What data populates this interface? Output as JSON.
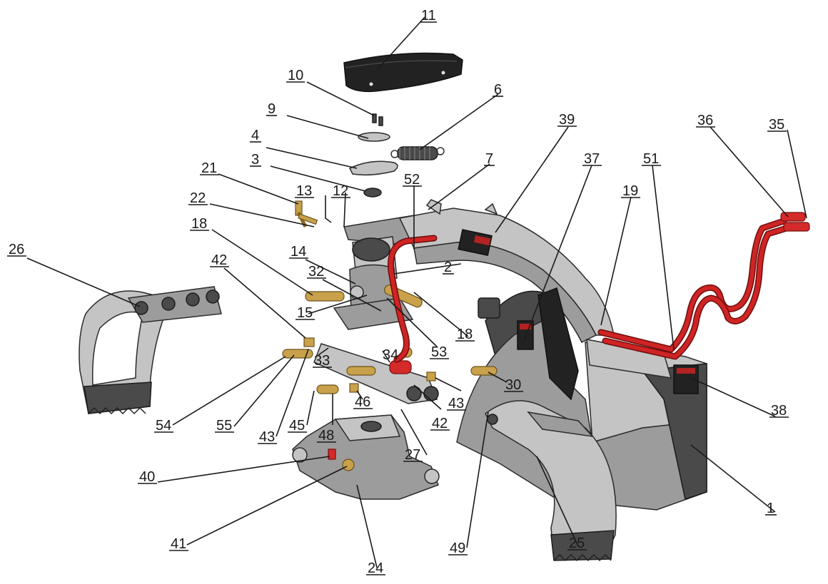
{
  "colors": {
    "ink": "#1a1a1a",
    "steel": "#9c9c9c",
    "steel_light": "#c4c4c4",
    "steel_dark": "#4a4a4a",
    "brass": "#c9a14a",
    "hose_red": "#d42a2a",
    "decal": "#222222"
  },
  "callouts": {
    "c1": "1",
    "c2": "2",
    "c3": "3",
    "c4": "4",
    "c6": "6",
    "c7": "7",
    "c9": "9",
    "c10": "10",
    "c11": "11",
    "c12": "12",
    "c13": "13",
    "c14": "14",
    "c15": "15",
    "c18a": "18",
    "c18b": "18",
    "c19": "19",
    "c21": "21",
    "c22": "22",
    "c24": "24",
    "c25": "25",
    "c26": "26",
    "c27": "27",
    "c30": "30",
    "c32": "32",
    "c33": "33",
    "c34": "34",
    "c35": "35",
    "c36": "36",
    "c37": "37",
    "c38": "38",
    "c39": "39",
    "c40": "40",
    "c41": "41",
    "c42a": "42",
    "c42b": "42",
    "c43a": "43",
    "c43b": "43",
    "c45": "45",
    "c46": "46",
    "c48": "48",
    "c49": "49",
    "c51": "51",
    "c52": "52",
    "c53": "53",
    "c54": "54",
    "c55": "55"
  }
}
